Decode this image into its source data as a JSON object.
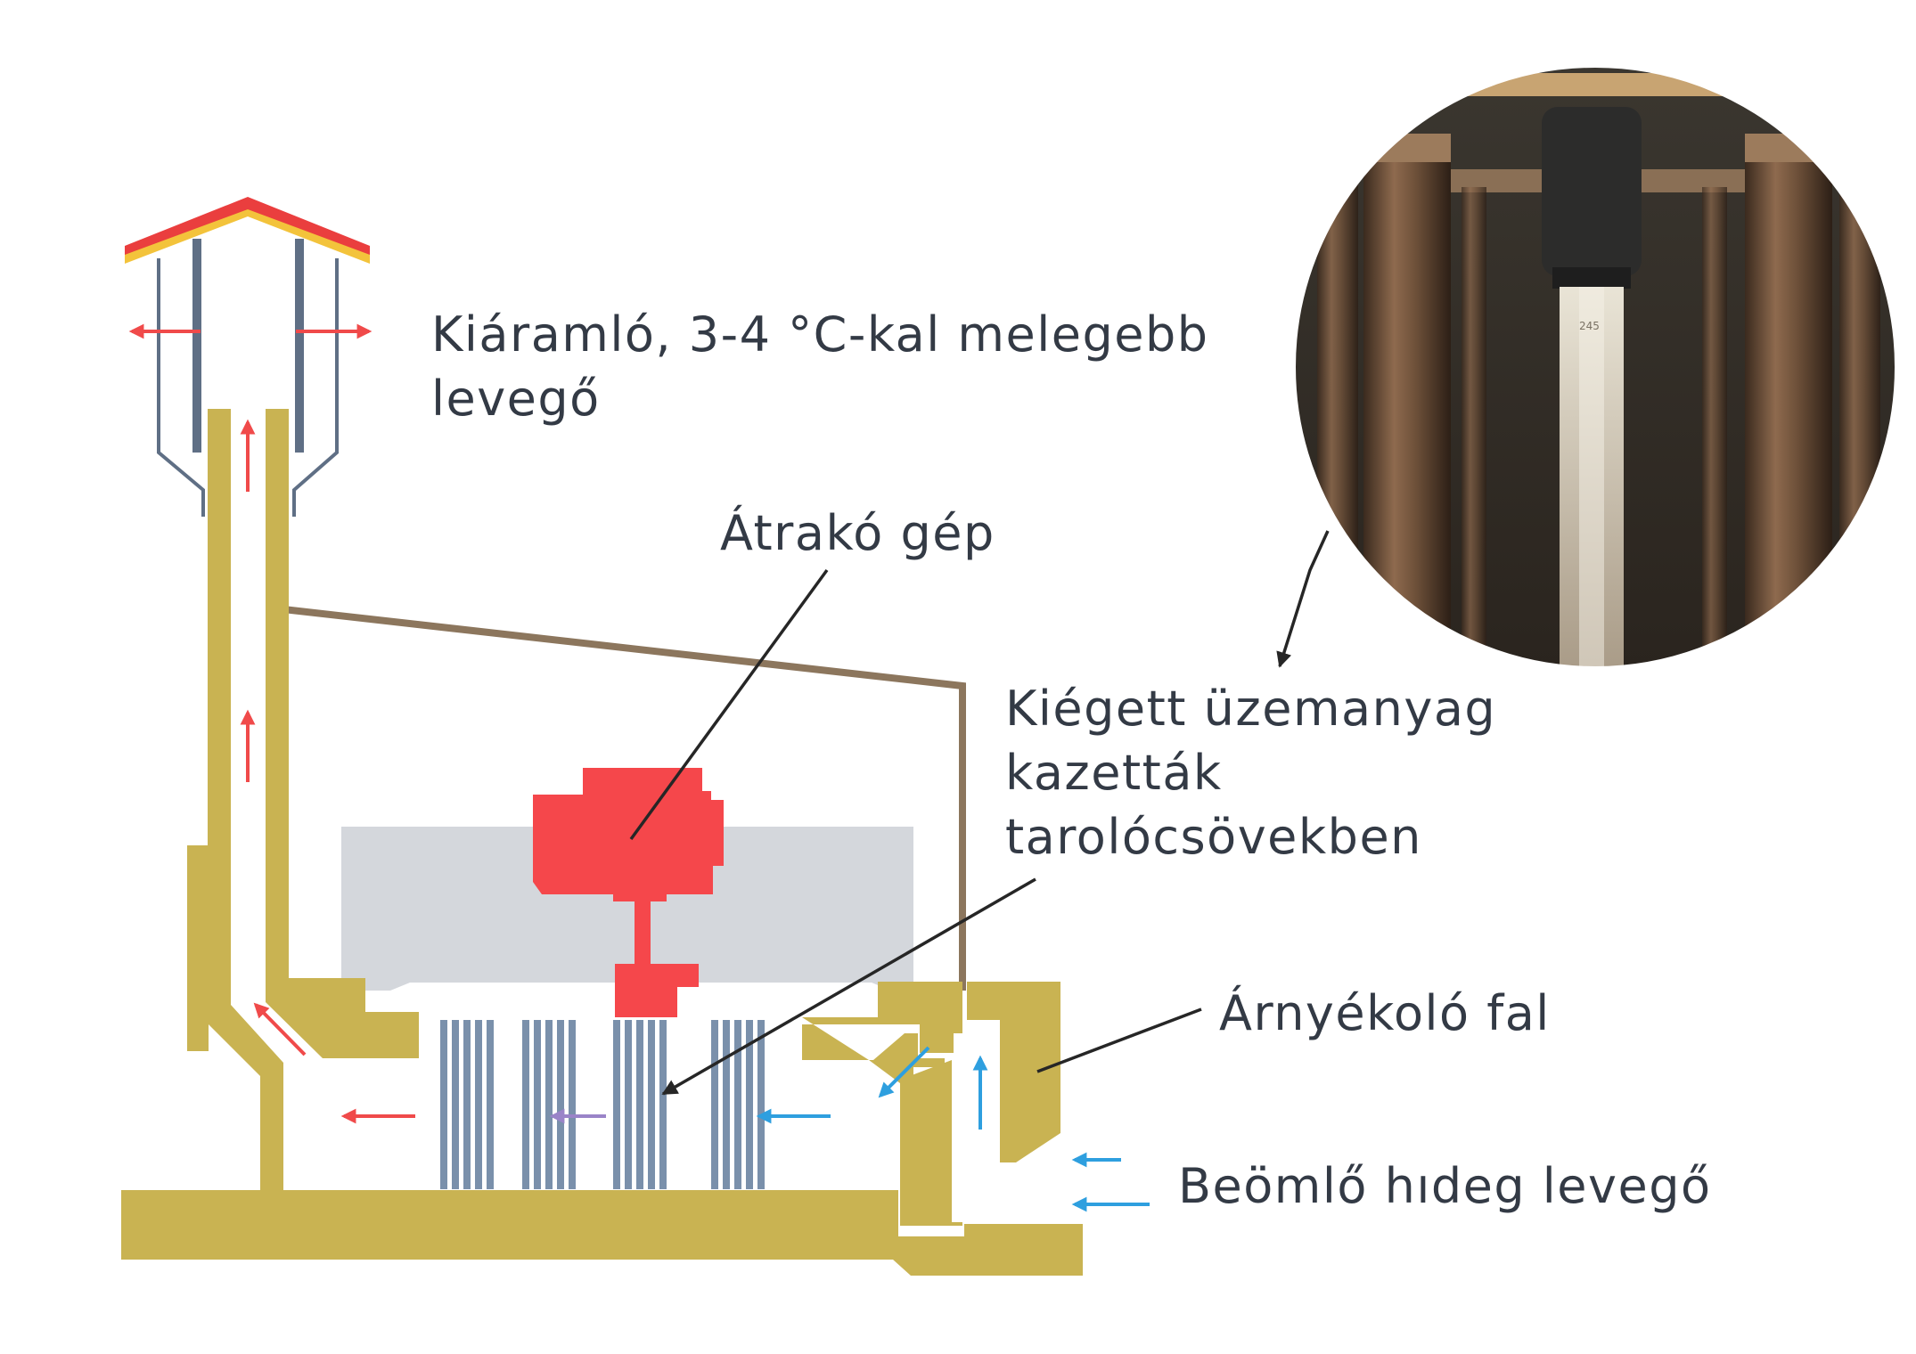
{
  "labels": {
    "exhaust": "Kiáramló, 3-4 °C-kal melegebb\nlevegő",
    "machine": "Átrakó gép",
    "fuel": "Kiégett üzemanyag\nkazetták\ntarolócsövekben",
    "wall": "Árnyékoló fal",
    "inflow": "Beömlő hıdeg levegő"
  },
  "inset": {
    "tube_code": "245"
  },
  "colors": {
    "concrete": "#c9b352",
    "hot_air": "#f04a4a",
    "cold_air": "#2e9fdf",
    "machine": "#f5474b",
    "storage_tubes": "#7a90ab",
    "building_outline": "#8c765d",
    "pool_box": "#d4d7dc",
    "roof_top": "#ea3e3e",
    "roof_under": "#f3c33b"
  }
}
